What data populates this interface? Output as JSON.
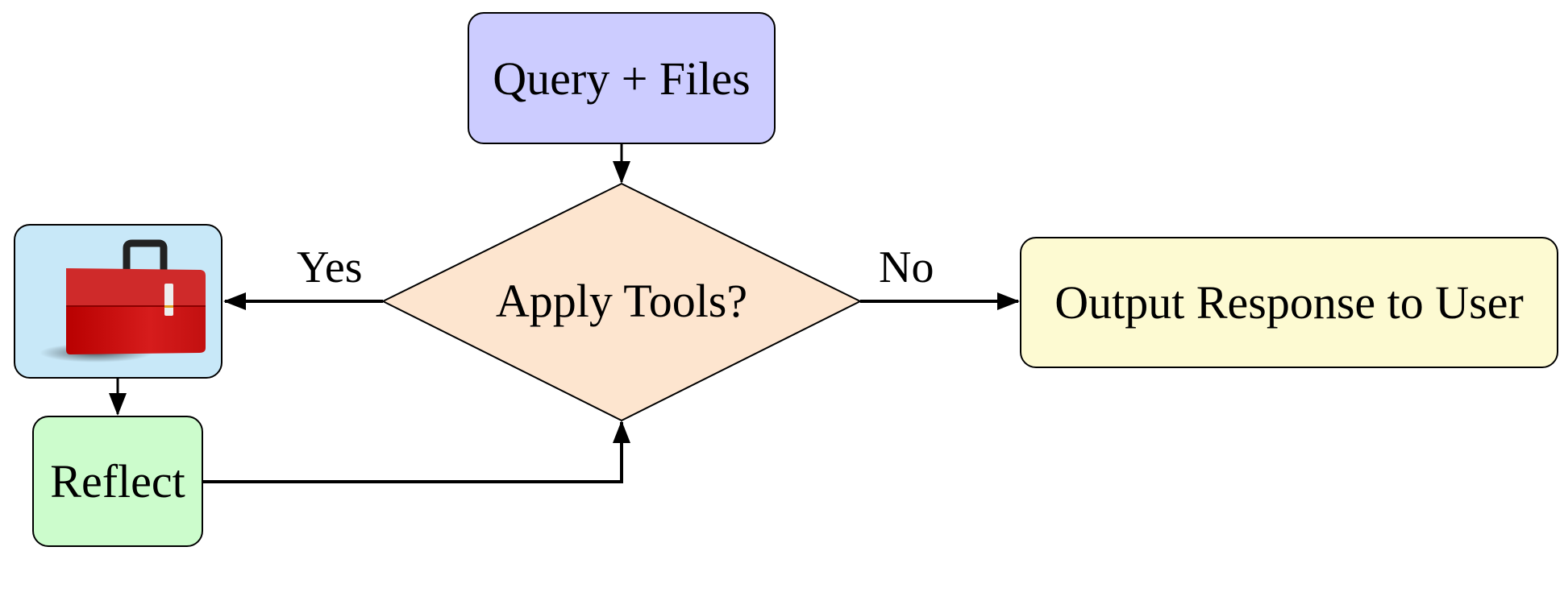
{
  "nodes": {
    "query": {
      "label": "Query + Files",
      "color": "#ccccff"
    },
    "decision": {
      "label": "Apply Tools?",
      "color": "#fde5cf"
    },
    "tools": {
      "icon": "toolbox-icon",
      "color": "#c8e8f8"
    },
    "reflect": {
      "label": "Reflect",
      "color": "#ccfccc"
    },
    "output": {
      "label": "Output Response to User",
      "color": "#fdfad2"
    }
  },
  "edges": {
    "yes_label": "Yes",
    "no_label": "No"
  }
}
